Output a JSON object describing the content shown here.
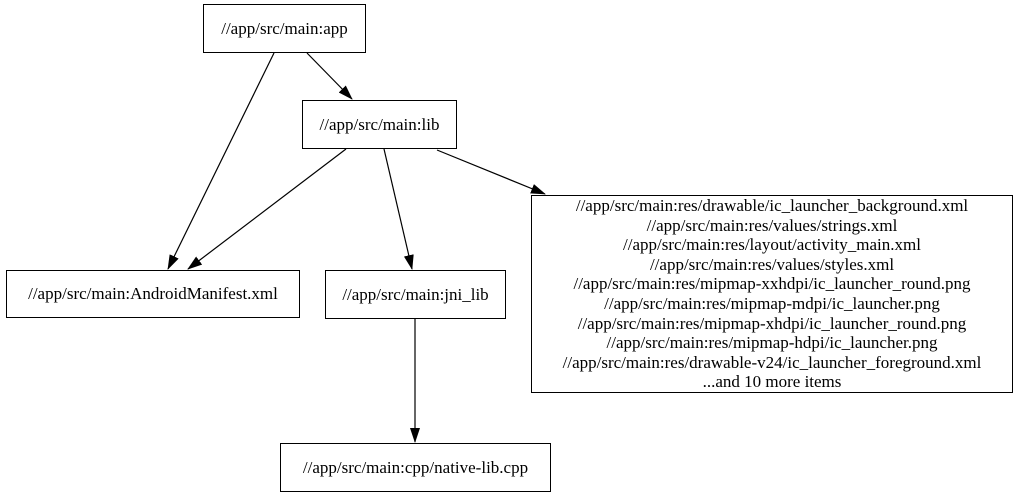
{
  "graph": {
    "nodes": {
      "app": "//app/src/main:app",
      "lib": "//app/src/main:lib",
      "android_manifest": "//app/src/main:AndroidManifest.xml",
      "jni_lib": "//app/src/main:jni_lib",
      "native_lib_cpp": "//app/src/main:cpp/native-lib.cpp",
      "res_group_lines": [
        "//app/src/main:res/drawable/ic_launcher_background.xml",
        "//app/src/main:res/values/strings.xml",
        "//app/src/main:res/layout/activity_main.xml",
        "//app/src/main:res/values/styles.xml",
        "//app/src/main:res/mipmap-xxhdpi/ic_launcher_round.png",
        "//app/src/main:res/mipmap-mdpi/ic_launcher.png",
        "//app/src/main:res/mipmap-xhdpi/ic_launcher_round.png",
        "//app/src/main:res/mipmap-hdpi/ic_launcher.png",
        "//app/src/main:res/drawable-v24/ic_launcher_foreground.xml",
        "...and 10 more items"
      ]
    },
    "edges": [
      {
        "from": "app",
        "to": "android_manifest"
      },
      {
        "from": "app",
        "to": "lib"
      },
      {
        "from": "lib",
        "to": "android_manifest"
      },
      {
        "from": "lib",
        "to": "jni_lib"
      },
      {
        "from": "lib",
        "to": "res_group"
      },
      {
        "from": "jni_lib",
        "to": "native_lib_cpp"
      }
    ],
    "colors": {
      "background": "#ffffff",
      "node_border": "#000000",
      "node_fill": "#ffffff",
      "edge": "#000000",
      "text": "#000000"
    }
  }
}
